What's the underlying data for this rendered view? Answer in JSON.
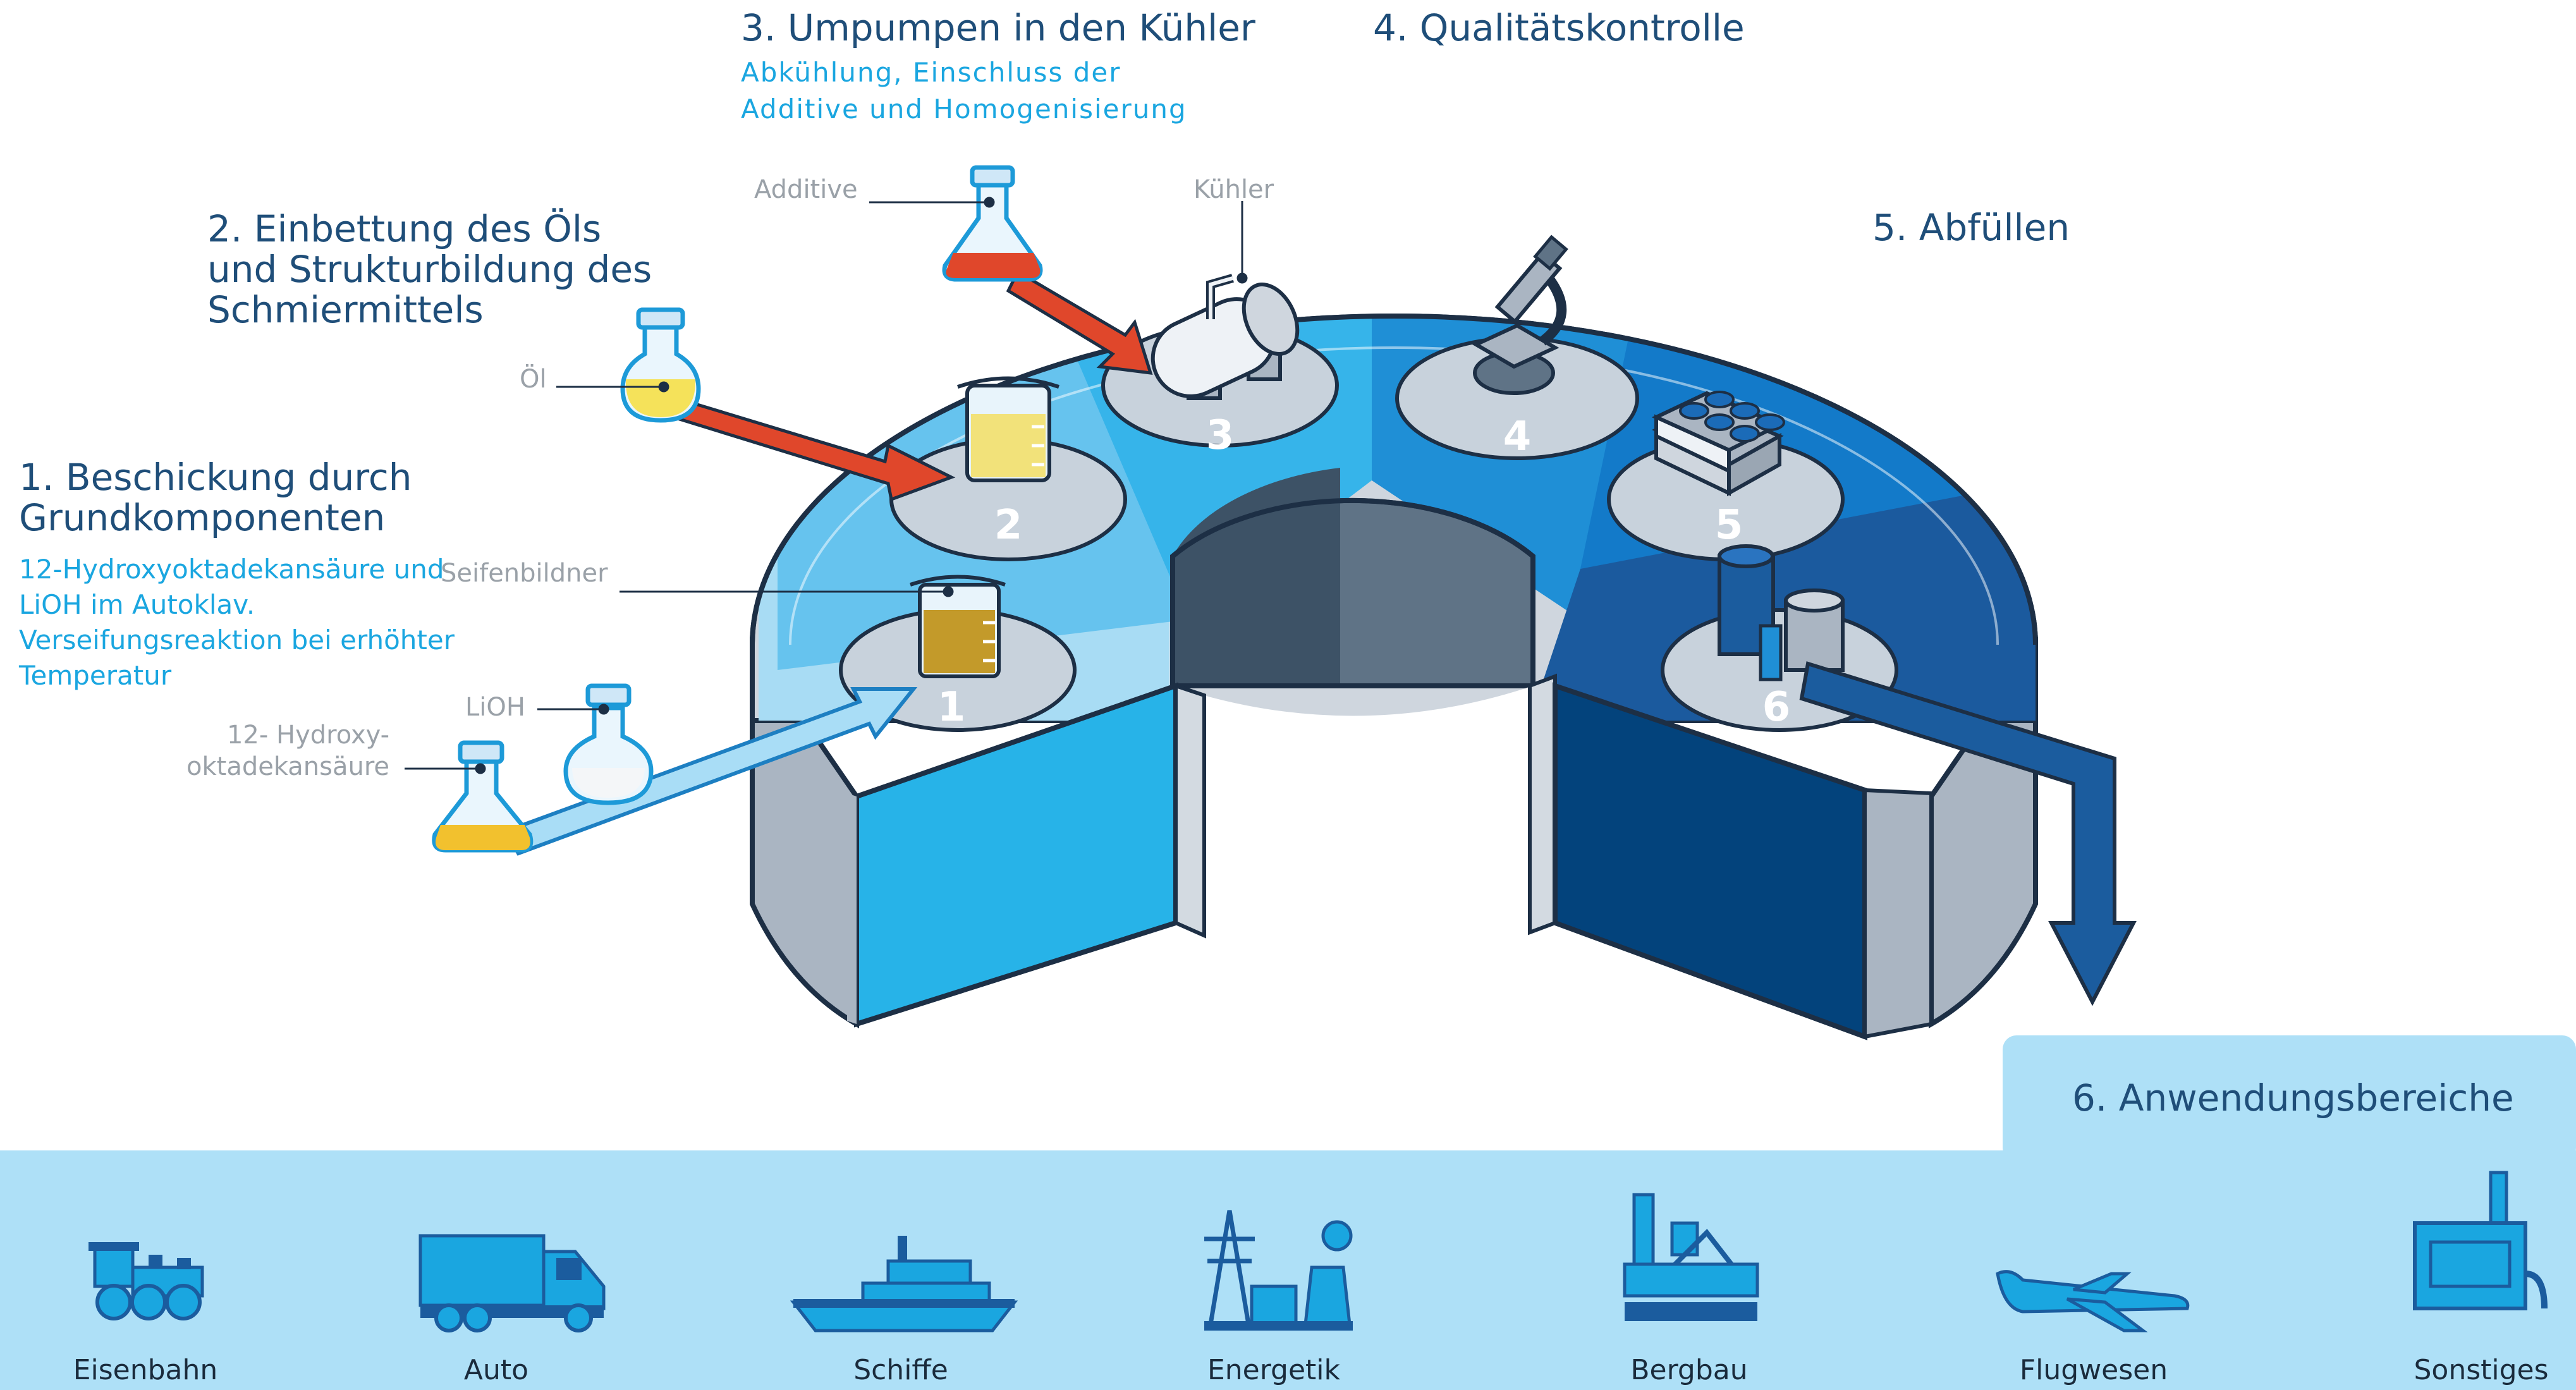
{
  "steps": {
    "s1": {
      "title_l1": "1. Beschickung durch",
      "title_l2": "Grundkomponenten",
      "desc_l1": "12-Hydroxyoktadekansäure und",
      "desc_l2": "LiOH im Autoklav.",
      "desc_l3": "Verseifungsreaktion bei erhöhter",
      "desc_l4": "Temperatur"
    },
    "s2": {
      "title_l1": "2. Einbettung des Öls",
      "title_l2": "und Strukturbildung des",
      "title_l3": "Schmiermittels"
    },
    "s3": {
      "title": "3. Umpumpen in den Kühler",
      "desc_l1": "Abkühlung, Einschluss der",
      "desc_l2": "Additive und Homogenisierung"
    },
    "s4": {
      "title": "4. Qualitätskontrolle"
    },
    "s5": {
      "title": "5. Abfüllen"
    },
    "s6": {
      "title": "6. Anwendungsbereiche"
    }
  },
  "tags": {
    "additive": "Additive",
    "kuehler": "Kühler",
    "oel": "Öl",
    "seifenbildner": "Seifenbildner",
    "lioh": "LiOH",
    "hydroxy_l1": "12- Hydroxy-",
    "hydroxy_l2": "oktadekansäure"
  },
  "stations": [
    "1",
    "2",
    "3",
    "4",
    "5",
    "6"
  ],
  "applications": [
    {
      "label": "Eisenbahn",
      "icon": "train-icon"
    },
    {
      "label": "Auto",
      "icon": "truck-icon"
    },
    {
      "label": "Schiffe",
      "icon": "ship-icon"
    },
    {
      "label": "Energetik",
      "icon": "power-plant-icon"
    },
    {
      "label": "Bergbau",
      "icon": "mine-icon"
    },
    {
      "label": "Flugwesen",
      "icon": "airplane-icon"
    },
    {
      "label": "Sonstiges",
      "icon": "factory-icon"
    }
  ],
  "colors": {
    "step_title": "#1f4e79",
    "step_desc": "#1aa6e0",
    "tag": "#9aa1a8",
    "arrow_red": "#e0472b",
    "arrow_light_blue": "#a9ddf6",
    "arrow_dark_blue": "#1b5c9e",
    "apps_band": "#aee0f7"
  }
}
